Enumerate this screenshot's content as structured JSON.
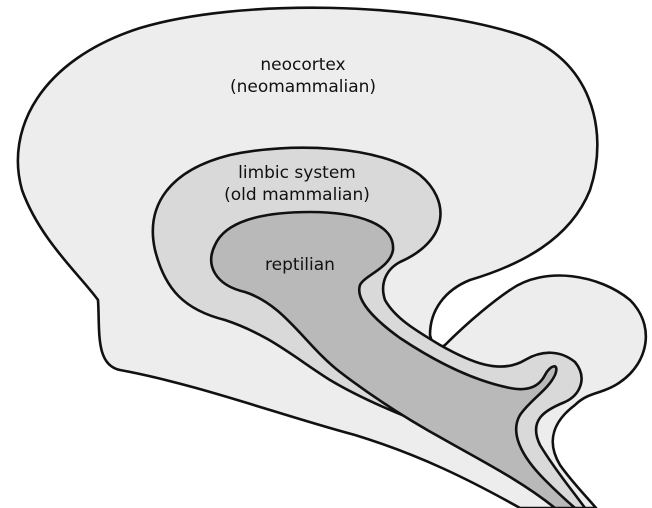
{
  "regions": {
    "neocortex": {
      "line1": "neocortex",
      "line2": "(neomammalian)",
      "fill": "#ededed"
    },
    "limbic": {
      "line1": "limbic system",
      "line2": "(old mammalian)",
      "fill": "#d9d9d9"
    },
    "reptilian": {
      "line1": "reptilian",
      "fill": "#b9b9b9"
    }
  },
  "colors": {
    "outline": "#111111",
    "background": "#ffffff"
  }
}
